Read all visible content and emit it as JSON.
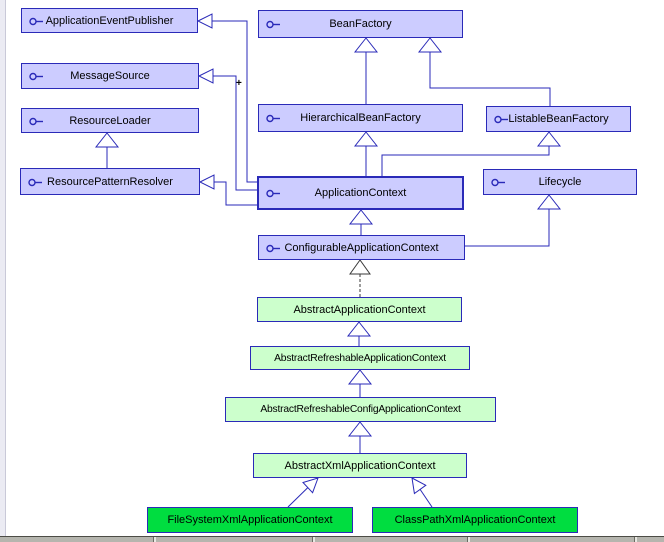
{
  "diagram": {
    "nodes": {
      "application_event_publisher": {
        "label": "ApplicationEventPublisher",
        "stereotype": "interface"
      },
      "bean_factory": {
        "label": "BeanFactory",
        "stereotype": "interface"
      },
      "message_source": {
        "label": "MessageSource",
        "stereotype": "interface"
      },
      "resource_loader": {
        "label": "ResourceLoader",
        "stereotype": "interface"
      },
      "resource_pattern_resolver": {
        "label": "ResourcePatternResolver",
        "stereotype": "interface"
      },
      "hierarchical_bean_factory": {
        "label": "HierarchicalBeanFactory",
        "stereotype": "interface"
      },
      "listable_bean_factory": {
        "label": "ListableBeanFactory",
        "stereotype": "interface"
      },
      "application_context": {
        "label": "ApplicationContext",
        "stereotype": "interface"
      },
      "lifecycle": {
        "label": "Lifecycle",
        "stereotype": "interface"
      },
      "configurable_application_context": {
        "label": "ConfigurableApplicationContext",
        "stereotype": "interface"
      },
      "abstract_application_context": {
        "label": "AbstractApplicationContext",
        "stereotype": "abstract-class"
      },
      "abstract_refreshable_application_context": {
        "label": "AbstractRefreshableApplicationContext",
        "stereotype": "abstract-class"
      },
      "abstract_refreshable_config_application_context": {
        "label": "AbstractRefreshableConfigApplicationContext",
        "stereotype": "abstract-class"
      },
      "abstract_xml_application_context": {
        "label": "AbstractXmlApplicationContext",
        "stereotype": "abstract-class"
      },
      "file_system_xml_application_context": {
        "label": "FileSystemXmlApplicationContext",
        "stereotype": "concrete-class"
      },
      "class_path_xml_application_context": {
        "label": "ClassPathXmlApplicationContext",
        "stereotype": "concrete-class"
      }
    },
    "markers": {
      "plus": "+"
    },
    "colors": {
      "interface_fill": "#ccccff",
      "abstract_class_fill": "#ccffcc",
      "concrete_class_fill": "#00dd40",
      "edge_line": "#2a2ab8",
      "realization_line": "#3a3a3a"
    },
    "edges": [
      {
        "from": "hierarchical_bean_factory",
        "to": "bean_factory",
        "type": "generalization"
      },
      {
        "from": "listable_bean_factory",
        "to": "bean_factory",
        "type": "generalization"
      },
      {
        "from": "application_context",
        "to": "hierarchical_bean_factory",
        "type": "generalization"
      },
      {
        "from": "application_context",
        "to": "listable_bean_factory",
        "type": "generalization"
      },
      {
        "from": "application_context",
        "to": "application_event_publisher",
        "type": "generalization"
      },
      {
        "from": "application_context",
        "to": "message_source",
        "type": "generalization"
      },
      {
        "from": "application_context",
        "to": "resource_pattern_resolver",
        "type": "generalization"
      },
      {
        "from": "resource_pattern_resolver",
        "to": "resource_loader",
        "type": "generalization"
      },
      {
        "from": "configurable_application_context",
        "to": "application_context",
        "type": "generalization"
      },
      {
        "from": "configurable_application_context",
        "to": "lifecycle",
        "type": "generalization"
      },
      {
        "from": "abstract_application_context",
        "to": "configurable_application_context",
        "type": "realization"
      },
      {
        "from": "abstract_refreshable_application_context",
        "to": "abstract_application_context",
        "type": "generalization"
      },
      {
        "from": "abstract_refreshable_config_application_context",
        "to": "abstract_refreshable_application_context",
        "type": "generalization"
      },
      {
        "from": "abstract_xml_application_context",
        "to": "abstract_refreshable_config_application_context",
        "type": "generalization"
      },
      {
        "from": "file_system_xml_application_context",
        "to": "abstract_xml_application_context",
        "type": "generalization"
      },
      {
        "from": "class_path_xml_application_context",
        "to": "abstract_xml_application_context",
        "type": "generalization"
      }
    ]
  }
}
